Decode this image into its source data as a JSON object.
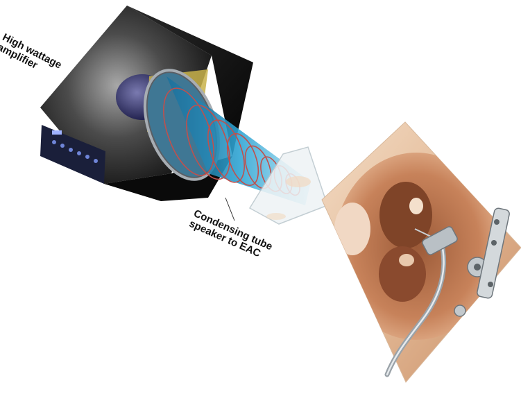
{
  "labels": {
    "amplifier": [
      "High wattage",
      "amplifier"
    ],
    "tube": [
      "Condensing tube",
      "speaker to EAC"
    ]
  },
  "colors": {
    "cabinet_dark": "#141414",
    "cabinet_light": "#8a8a8a",
    "cone_blue": "#2f9fcf",
    "sound_waves": "#c0504d",
    "tissue": "#e9c6a8",
    "speaker_magnet": "#3c3c6e"
  }
}
